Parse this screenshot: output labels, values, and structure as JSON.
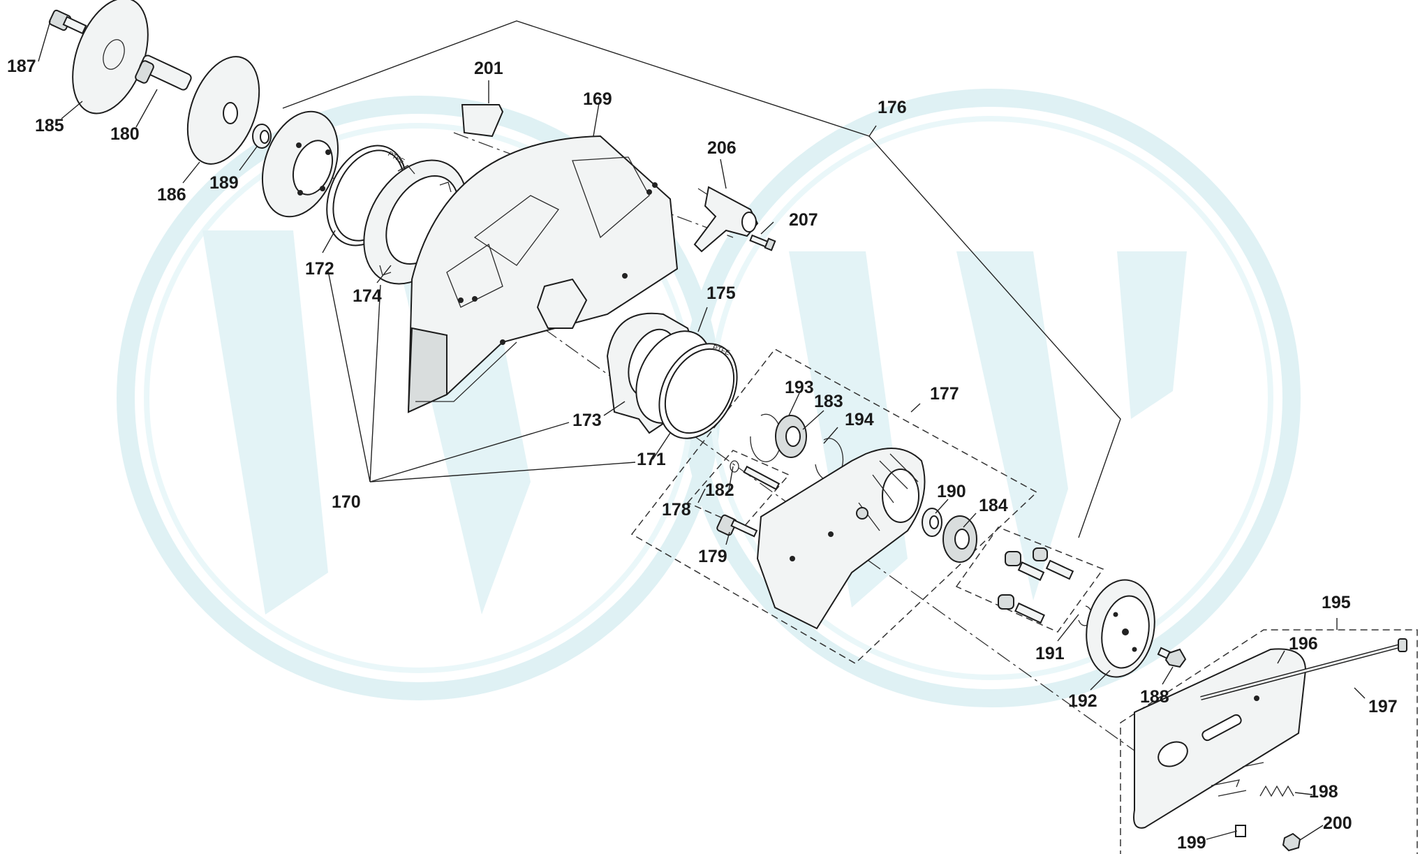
{
  "diagram": {
    "watermark_color": "#e3f3f6",
    "line_color": "#1d1d1d",
    "part_fill": "#f2f4f4",
    "callouts": [
      "169",
      "170",
      "171",
      "172",
      "173",
      "174",
      "175",
      "176",
      "177",
      "178",
      "179",
      "180",
      "182",
      "183",
      "184",
      "185",
      "186",
      "187",
      "188",
      "189",
      "190",
      "191",
      "192",
      "193",
      "194",
      "195",
      "196",
      "197",
      "198",
      "199",
      "200",
      "201",
      "206",
      "207"
    ],
    "small_text": {
      "ptfe": "PTFE"
    }
  }
}
